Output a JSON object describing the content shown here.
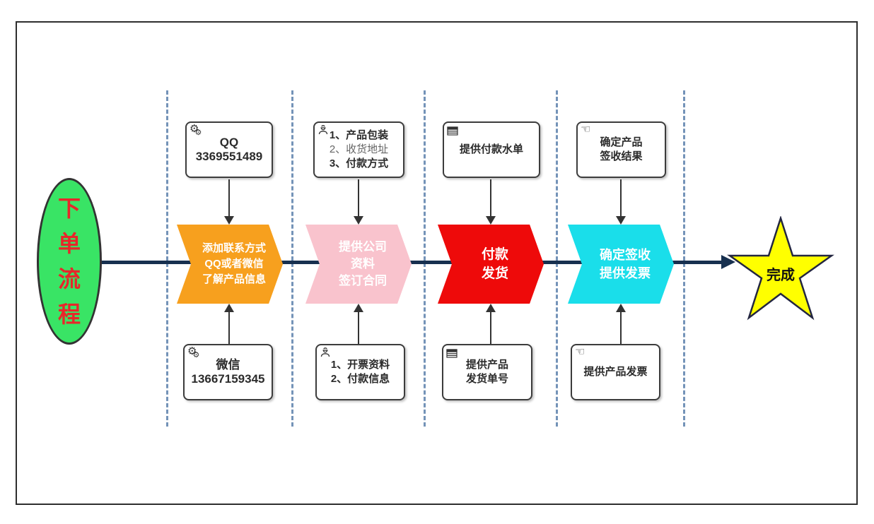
{
  "diagram": {
    "start": {
      "label": "下单流程",
      "chars": [
        "下",
        "单",
        "流",
        "程"
      ]
    },
    "end": {
      "label": "完成"
    }
  },
  "stages": [
    {
      "icon": "gears-icon",
      "top_box": {
        "lines": [
          {
            "text": "QQ"
          },
          {
            "text": "3369551489"
          }
        ]
      },
      "chevron": {
        "lines": [
          "添加联系方式",
          "QQ或者微信",
          "了解产品信息"
        ],
        "color": "#F7A01E"
      },
      "bottom_box": {
        "lines": [
          {
            "text": "微信"
          },
          {
            "text": "13667159345"
          }
        ]
      }
    },
    {
      "icon": "engineer-icon",
      "top_box": {
        "lines": [
          {
            "text": "1、产品包装"
          },
          {
            "text": "2、收货地址",
            "muted": true
          },
          {
            "text": "3、付款方式"
          }
        ]
      },
      "chevron": {
        "lines": [
          "提供公司",
          "资料",
          "签订合同"
        ],
        "color": "#F9C3CD"
      },
      "bottom_box": {
        "lines": [
          {
            "text": "1、开票资料"
          },
          {
            "text": "2、付款信息"
          }
        ]
      }
    },
    {
      "icon": "table-icon",
      "top_box": {
        "lines": [
          {
            "text": "提供付款水单"
          }
        ]
      },
      "chevron": {
        "lines": [
          "付款",
          "发货"
        ],
        "color": "#EE0A0A"
      },
      "bottom_box": {
        "lines": [
          {
            "text": "提供产品"
          },
          {
            "text": "发货单号"
          }
        ]
      }
    },
    {
      "icon": "pointing-hand-icon",
      "top_box": {
        "lines": [
          {
            "text": "确定产品"
          },
          {
            "text": "签收结果"
          }
        ]
      },
      "chevron": {
        "lines": [
          "确定签收",
          "提供发票"
        ],
        "color": "#1ADEEA"
      },
      "bottom_box": {
        "lines": [
          {
            "text": "提供产品发票"
          }
        ]
      }
    }
  ],
  "icons": {
    "gears_glyph_large": "⚙",
    "gears_glyph_small": "⚙",
    "pointing_hand_glyph": "☜"
  },
  "colors": {
    "start_fill": "#39E465",
    "start_text": "#E8262A",
    "star_fill": "#FFFF00",
    "star_stroke": "#232640",
    "flow_line": "#17304F",
    "lane_divider": "#7493B8",
    "chevron_orange": "#F7A01E",
    "chevron_pink": "#F9C3CD",
    "chevron_red": "#EE0A0A",
    "chevron_cyan": "#1ADEEA"
  }
}
